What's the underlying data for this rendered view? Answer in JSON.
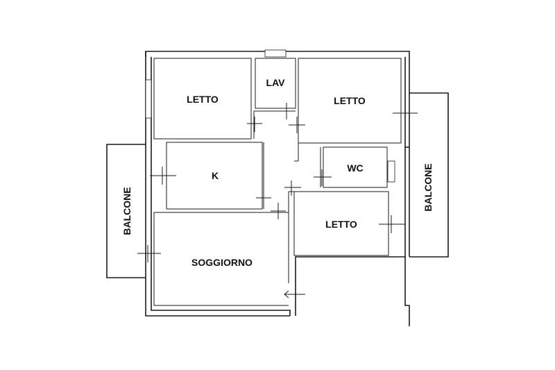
{
  "rooms": {
    "letto_1": "LETTO",
    "lav": "LAV",
    "letto_2": "LETTO",
    "k": "K",
    "wc": "WC",
    "letto_3": "LETTO",
    "soggiorno": "SOGGIORNO",
    "balcone_left": "BALCONE",
    "balcone_right": "BALCONE"
  },
  "entrance_arrow_icon": "arrow-left-icon"
}
